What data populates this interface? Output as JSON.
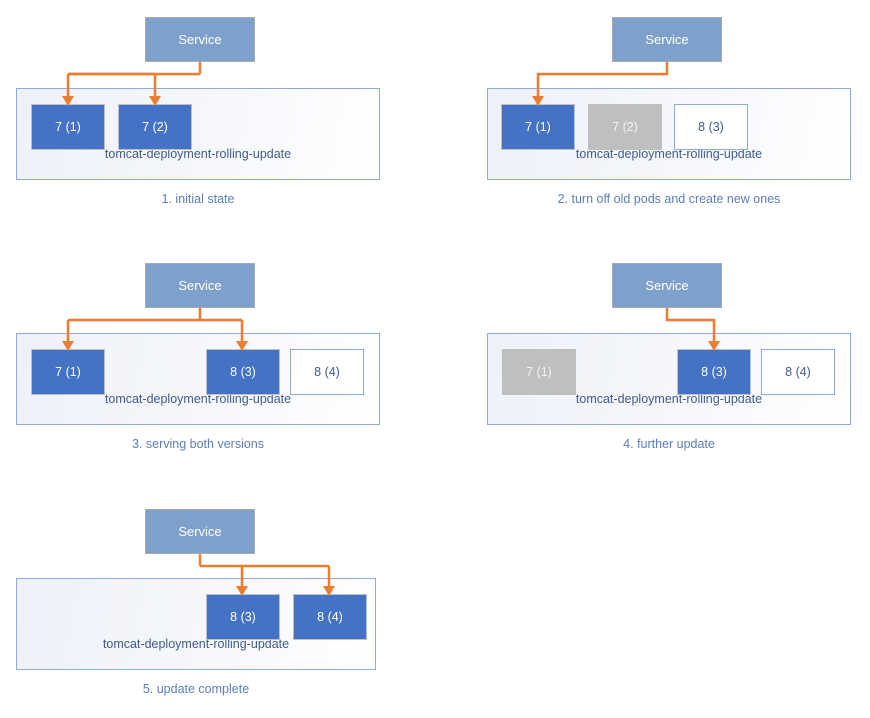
{
  "diagram": {
    "title": "Kubernetes rolling update sequence",
    "colors": {
      "pod_active": "#4472C4",
      "pod_terminating": "#BFBFBF",
      "pod_pending": "#FFFFFF",
      "service_fill": "#7EA1CC",
      "connector": "#ED7D31",
      "container_border": "#8FAADC",
      "caption_text": "#5B7FB9"
    }
  },
  "panels": [
    {
      "id": "panel-1",
      "service_label": "Service",
      "deployment_label": "tomcat-deployment-rolling-update",
      "caption": "1. initial state",
      "pods": [
        {
          "label": "7 (1)",
          "state": "active"
        },
        {
          "label": "7 (2)",
          "state": "active"
        }
      ]
    },
    {
      "id": "panel-2",
      "service_label": "Service",
      "deployment_label": "tomcat-deployment-rolling-update",
      "caption": "2. turn off old pods and create new ones",
      "pods": [
        {
          "label": "7 (1)",
          "state": "active"
        },
        {
          "label": "7 (2)",
          "state": "terminating"
        },
        {
          "label": "8 (3)",
          "state": "pending"
        }
      ]
    },
    {
      "id": "panel-3",
      "service_label": "Service",
      "deployment_label": "tomcat-deployment-rolling-update",
      "caption": "3. serving both versions",
      "pods": [
        {
          "label": "7 (1)",
          "state": "active"
        },
        {
          "label": "8 (3)",
          "state": "active"
        },
        {
          "label": "8 (4)",
          "state": "pending"
        }
      ]
    },
    {
      "id": "panel-4",
      "service_label": "Service",
      "deployment_label": "tomcat-deployment-rolling-update",
      "caption": "4. further update",
      "pods": [
        {
          "label": "7 (1)",
          "state": "terminating"
        },
        {
          "label": "8 (3)",
          "state": "active"
        },
        {
          "label": "8 (4)",
          "state": "pending"
        }
      ]
    },
    {
      "id": "panel-5",
      "service_label": "Service",
      "deployment_label": "tomcat-deployment-rolling-update",
      "caption": "5. update complete",
      "pods": [
        {
          "label": "8 (3)",
          "state": "active"
        },
        {
          "label": "8 (4)",
          "state": "active"
        }
      ]
    }
  ]
}
